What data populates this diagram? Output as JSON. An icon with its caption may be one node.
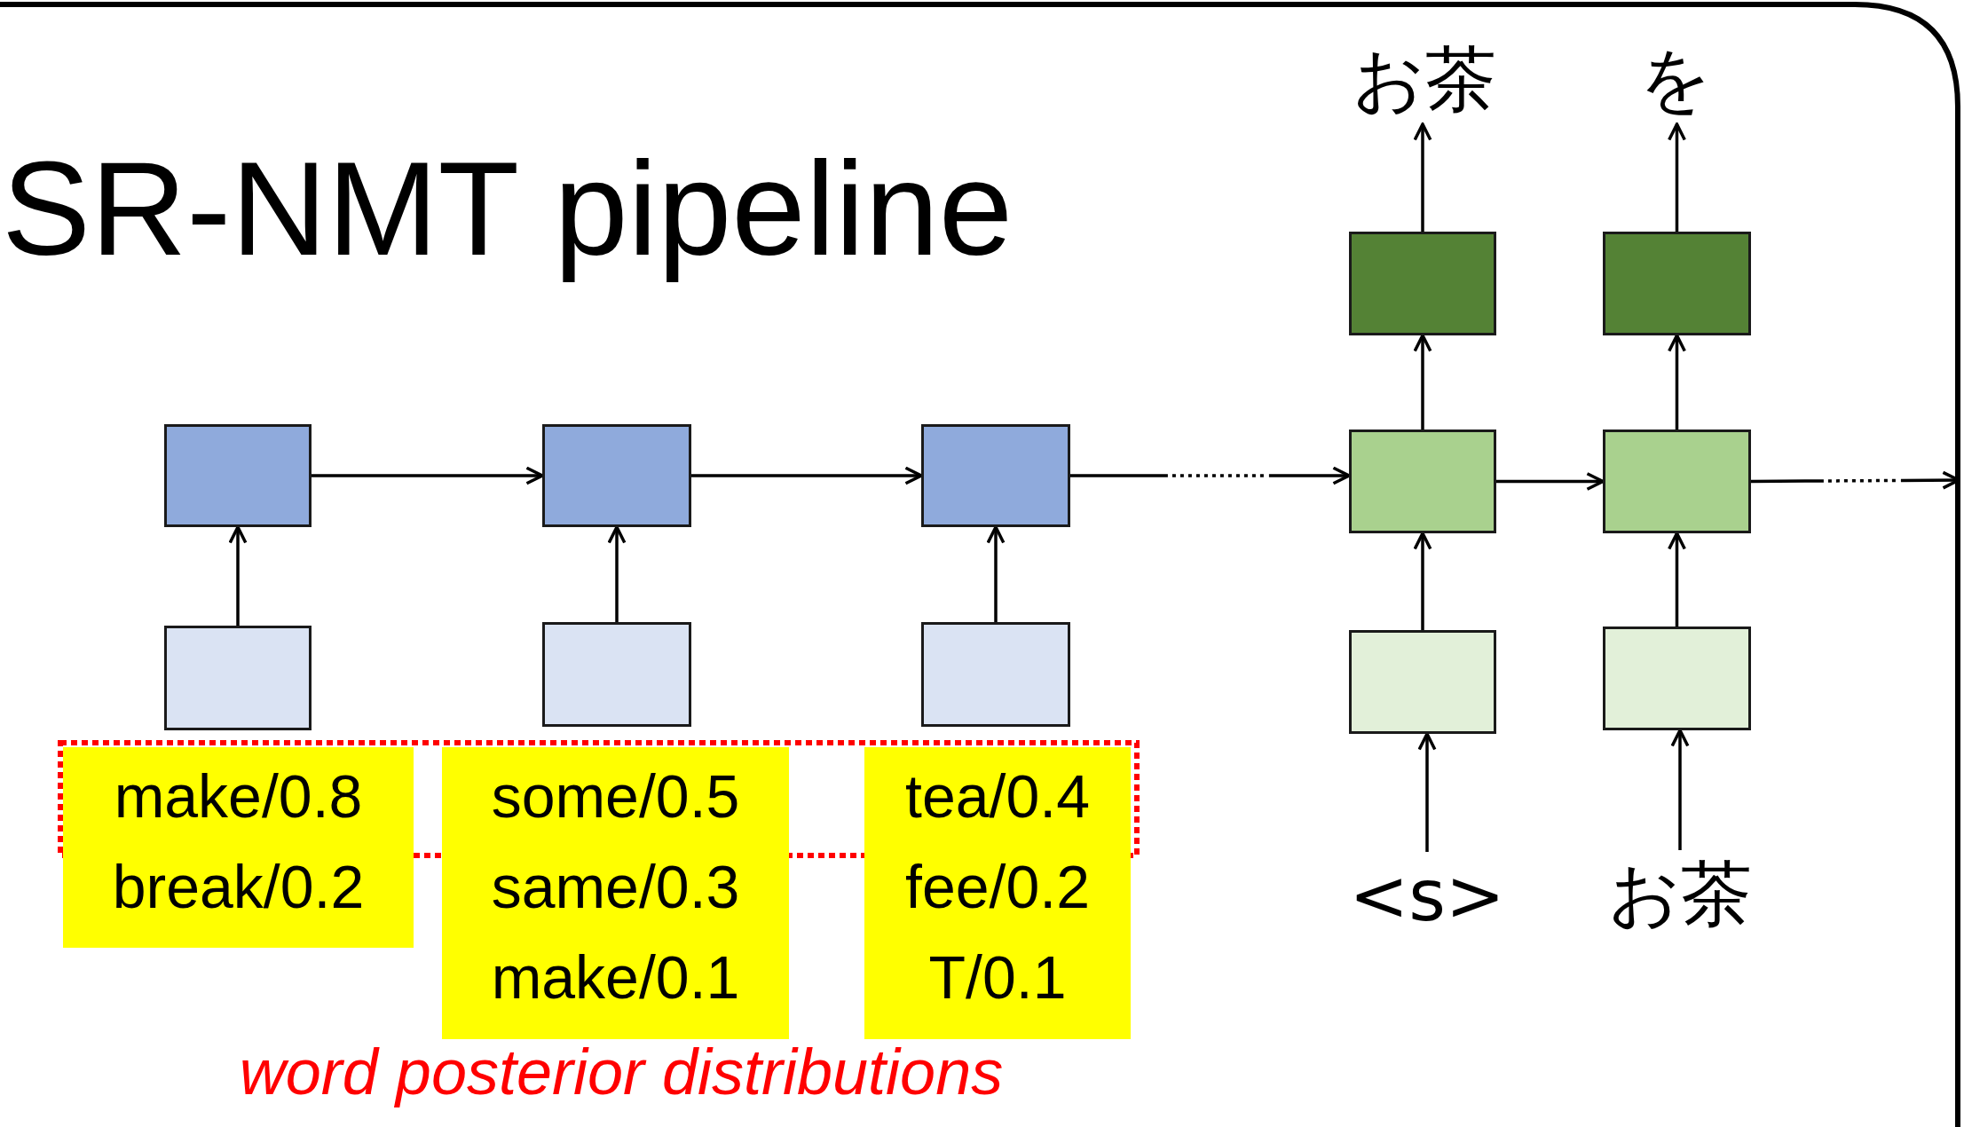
{
  "diagram": {
    "title": "SR-NMT pipeline",
    "nodes": [
      {
        "text": [
          "お茶"
        ]
      },
      {
        "text": [
          "を"
        ]
      },
      {
        "text": [],
        "shape": "box"
      },
      {
        "text": [],
        "shape": "box"
      },
      {
        "text": [],
        "shape": "box"
      },
      {
        "text": [],
        "shape": "box"
      },
      {
        "text": [],
        "shape": "box"
      },
      {
        "text": [],
        "shape": "box"
      },
      {
        "text": [],
        "shape": "box"
      },
      {
        "text": [],
        "shape": "box"
      },
      {
        "text": [],
        "shape": "box"
      },
      {
        "text": [],
        "shape": "box"
      },
      {
        "text": [],
        "shape": "box"
      },
      {
        "text": [],
        "shape": "box"
      },
      {
        "text": [
          "make/0.8",
          "break/0.2"
        ]
      },
      {
        "text": [
          "some/0.5",
          "same/0.3",
          "make/0.1"
        ]
      },
      {
        "text": [
          "tea/0.4",
          "fee/0.2",
          "T/0.1"
        ]
      },
      {
        "text": [
          "<s>"
        ]
      },
      {
        "text": [
          "お茶"
        ]
      }
    ],
    "edges": [
      {
        "from": 4,
        "to": 5,
        "arrow": "to"
      },
      {
        "from": 5,
        "to": 6,
        "arrow": "to"
      },
      {
        "from": 6,
        "to": 7,
        "arrow": "to",
        "style": "dashed"
      },
      {
        "from": 7,
        "to": 8,
        "arrow": "to"
      },
      {
        "from": 8,
        "to": null,
        "arrow": "to",
        "style": "dashed"
      },
      {
        "from": 9,
        "to": 4,
        "arrow": "to"
      },
      {
        "from": 10,
        "to": 5,
        "arrow": "to"
      },
      {
        "from": 11,
        "to": 6,
        "arrow": "to"
      },
      {
        "from": 12,
        "to": 7,
        "arrow": "to"
      },
      {
        "from": 13,
        "to": 8,
        "arrow": "to"
      },
      {
        "from": 7,
        "to": 2,
        "arrow": "to"
      },
      {
        "from": 8,
        "to": 3,
        "arrow": "to"
      },
      {
        "from": 2,
        "to": 0,
        "arrow": "to"
      },
      {
        "from": 3,
        "to": 1,
        "arrow": "to"
      },
      {
        "from": 17,
        "to": 12,
        "arrow": "to"
      },
      {
        "from": 18,
        "to": 13,
        "arrow": "to"
      }
    ],
    "labels": [
      "word posterior distributions"
    ]
  }
}
